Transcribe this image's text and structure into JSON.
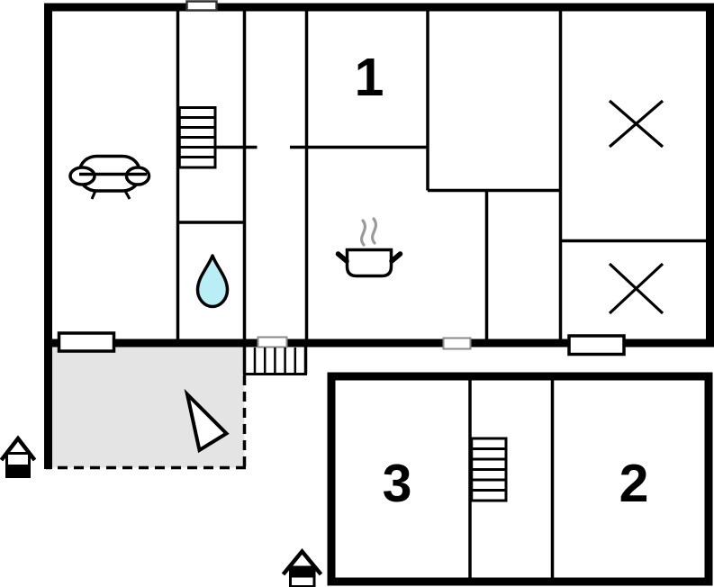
{
  "plan": {
    "type": "floor-plan",
    "rooms": [
      {
        "id": "room-1",
        "label": "1"
      },
      {
        "id": "room-2",
        "label": "2"
      },
      {
        "id": "room-3",
        "label": "3"
      }
    ],
    "icons": {
      "sofa": "sofa-outline",
      "staircase_upper": "stairs",
      "staircase_lower": "stairs",
      "exterior_steps": "steps",
      "water_drop": "teardrop",
      "cooking_pot": "pot-with-steam",
      "bed_upper": "x-cross",
      "bed_lower": "x-cross",
      "north_arrow": "triangle-pointer",
      "entrance_west": "house",
      "entrance_south": "house"
    },
    "colors": {
      "wall": "#000000",
      "floor": "#ffffff",
      "terrace": "#e4e4e4",
      "water": "#b9eef7",
      "steam": "#9a9a9a",
      "door_frame": "#8a8a8a"
    }
  }
}
